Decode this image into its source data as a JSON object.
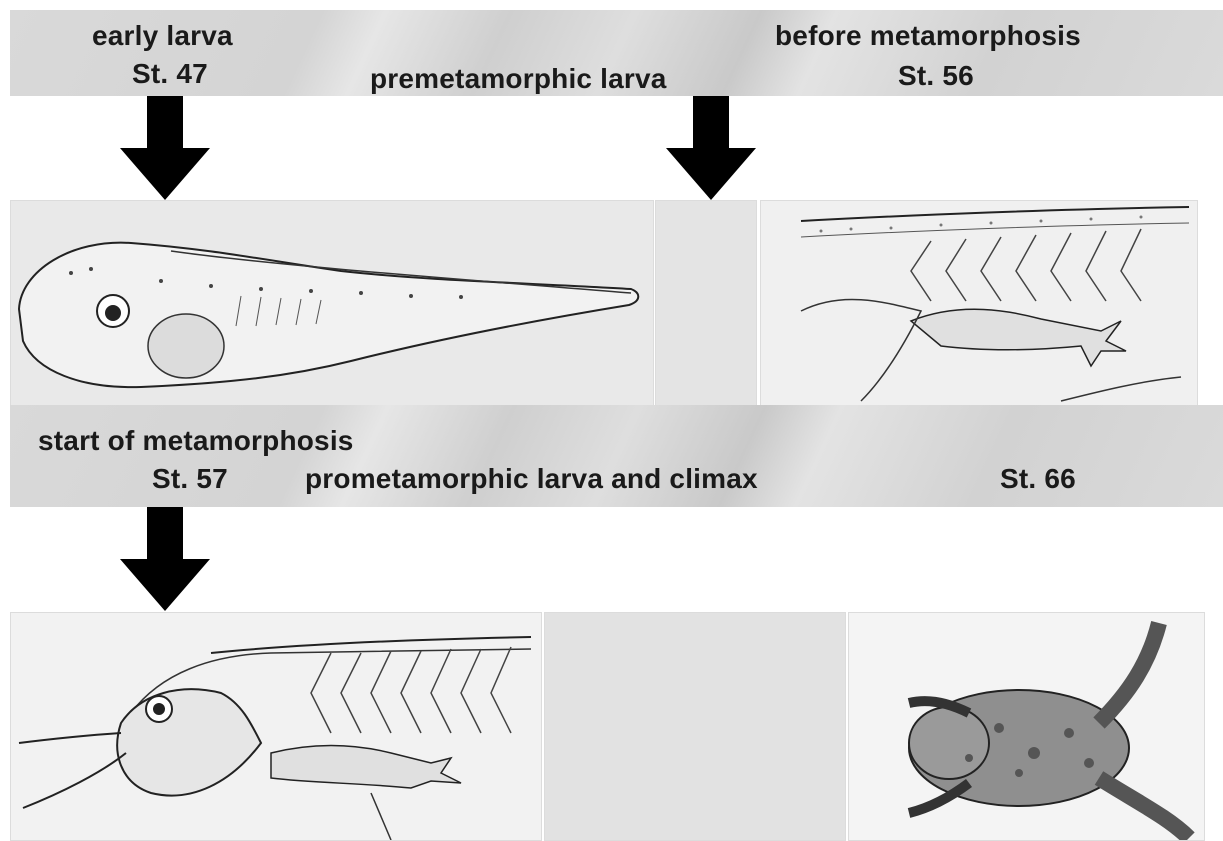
{
  "labels": {
    "early_larva": "early larva",
    "st47": "St. 47",
    "before_metamorphosis": "before metamorphosis",
    "premetamorphic_larva": "premetamorphic larva",
    "st56": "St. 56",
    "start_metamorphosis": "start of metamorphosis",
    "st57": "St. 57",
    "prometamorphic_climax": "prometamorphic larva and climax",
    "st66": "St. 66"
  },
  "colors": {
    "band": "#d6d6d6",
    "panel": "#e8e8e8",
    "arrow": "#000000",
    "ink": "#2a2a2a"
  },
  "icons": {
    "arrow": "down-arrow-icon",
    "tadpole_st47": "tadpole-illustration",
    "larva_st56": "hindlimb-larva-illustration",
    "larva_st57": "metamorphic-larva-illustration",
    "frog_st66": "froglet-illustration"
  }
}
